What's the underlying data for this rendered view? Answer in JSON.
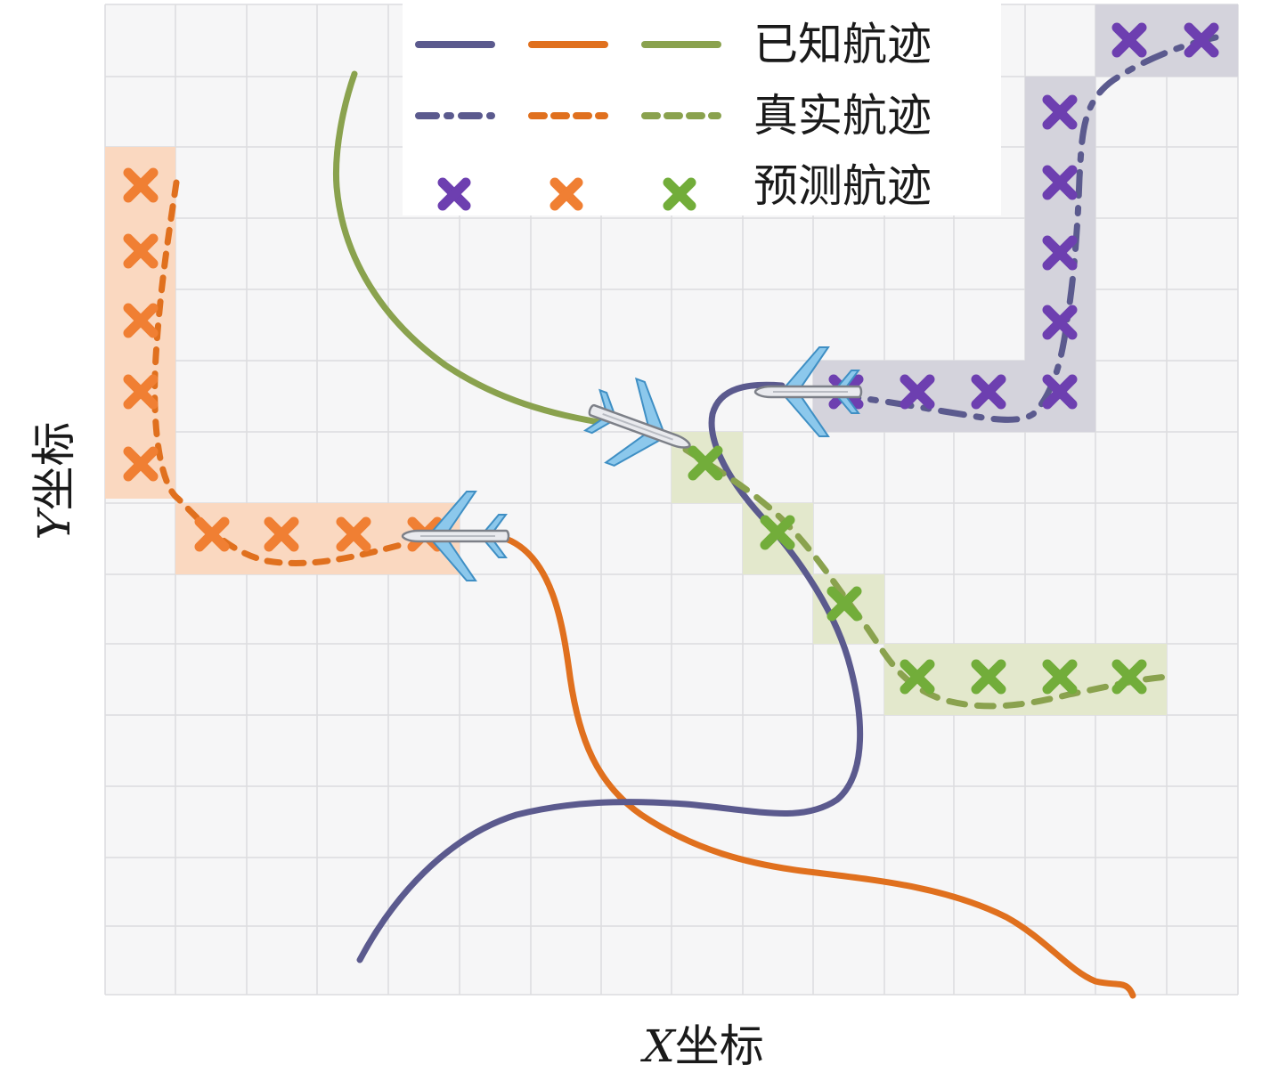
{
  "axes": {
    "x_var": "X",
    "x_suffix": "坐标",
    "y_var": "Y",
    "y_suffix": "坐标"
  },
  "legend": {
    "placement": "top-center",
    "rows": [
      {
        "label": "已知航迹",
        "kind": "solid"
      },
      {
        "label": "真实航迹",
        "kind": "dashed"
      },
      {
        "label": "预测航迹",
        "kind": "marker"
      }
    ]
  },
  "colors": {
    "purple": "#5b5a8e",
    "purple_marker": "#6d3fb0",
    "orange": "#e0701e",
    "orange_marker": "#f07f33",
    "green": "#8aa24e",
    "green_marker": "#72ad3a",
    "purple_shade": "#d4d3dc",
    "orange_shade": "#fad8c0",
    "green_shade": "#e3e8cc"
  },
  "icons": {
    "aircraft": "airplane-icon",
    "prediction_marker": "x-mark-icon"
  },
  "grid": true
}
